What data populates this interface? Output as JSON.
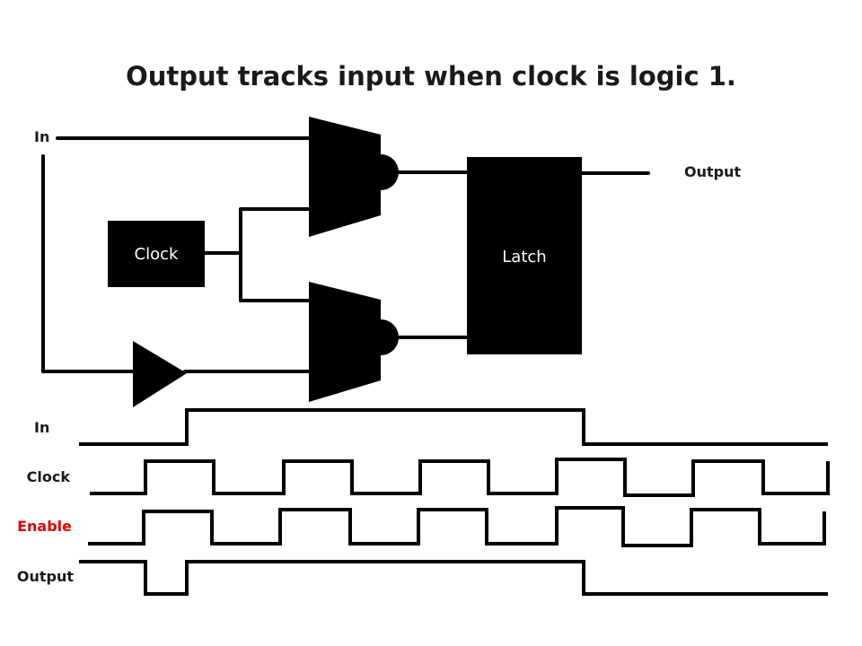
{
  "title": "Output tracks input when clock is logic 1.",
  "circuit": {
    "input_label": "In",
    "output_label": "Output",
    "clock_block": "Clock",
    "latch_block": "Latch"
  },
  "waveforms": [
    {
      "name": "In",
      "color": "#1a1a1a"
    },
    {
      "name": "Clock",
      "color": "#1a1a1a"
    },
    {
      "name": "Enable",
      "color": "#e30000"
    },
    {
      "name": "Output",
      "color": "#1a1a1a"
    }
  ]
}
